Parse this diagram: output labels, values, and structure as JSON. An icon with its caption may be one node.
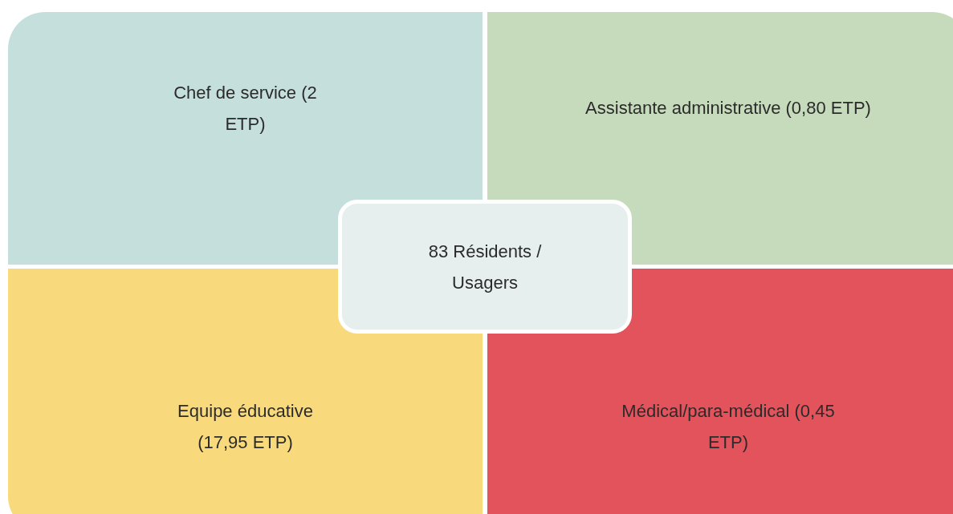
{
  "diagram": {
    "nodes": [
      {
        "text": [
          "Chef de service (2 ETP)"
        ]
      },
      {
        "text": [
          "Assistante administrative (0,80 ETP)"
        ]
      },
      {
        "text": [
          "Equipe éducative (17,95 ETP)"
        ]
      },
      {
        "text": [
          "Médical/para-médical (0,45 ETP)"
        ]
      },
      {
        "text": [
          "83 Résidents / Usagers"
        ]
      }
    ]
  }
}
